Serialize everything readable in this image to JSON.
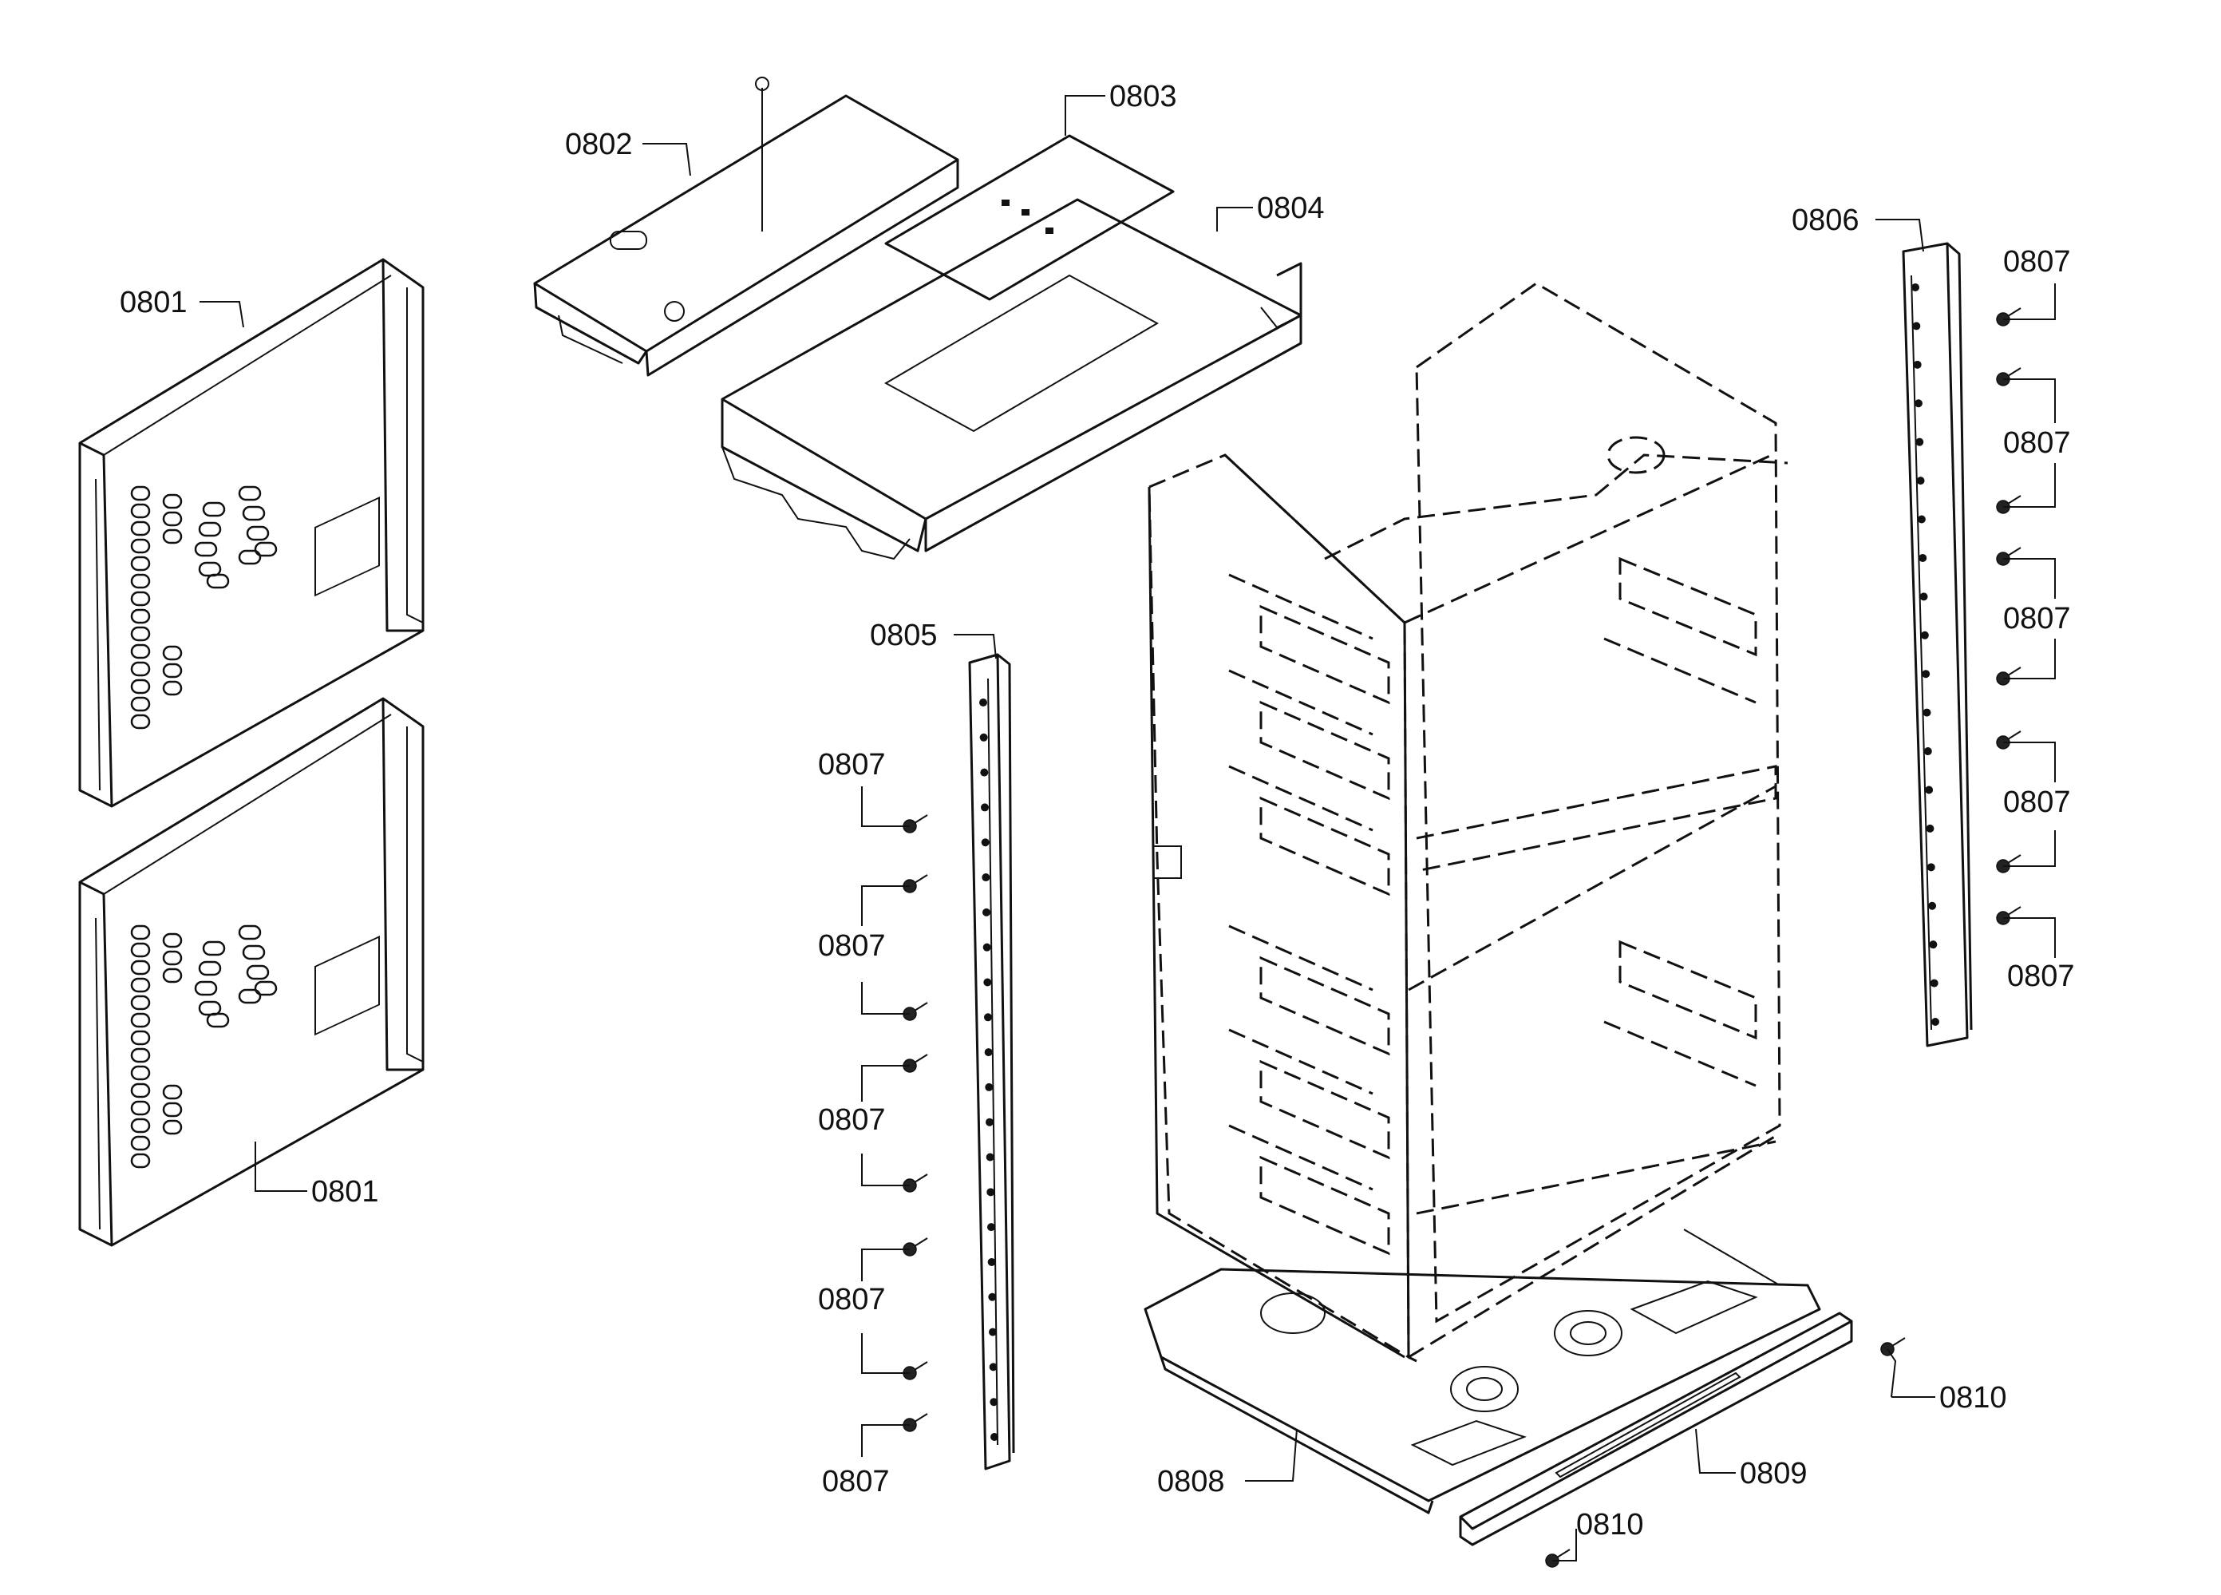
{
  "labels": {
    "p0801": "0801",
    "p0802": "0802",
    "p0803": "0803",
    "p0804": "0804",
    "p0805": "0805",
    "p0806": "0806",
    "p0807": "0807",
    "p0808": "0808",
    "p0809": "0809",
    "p0810": "0810"
  }
}
